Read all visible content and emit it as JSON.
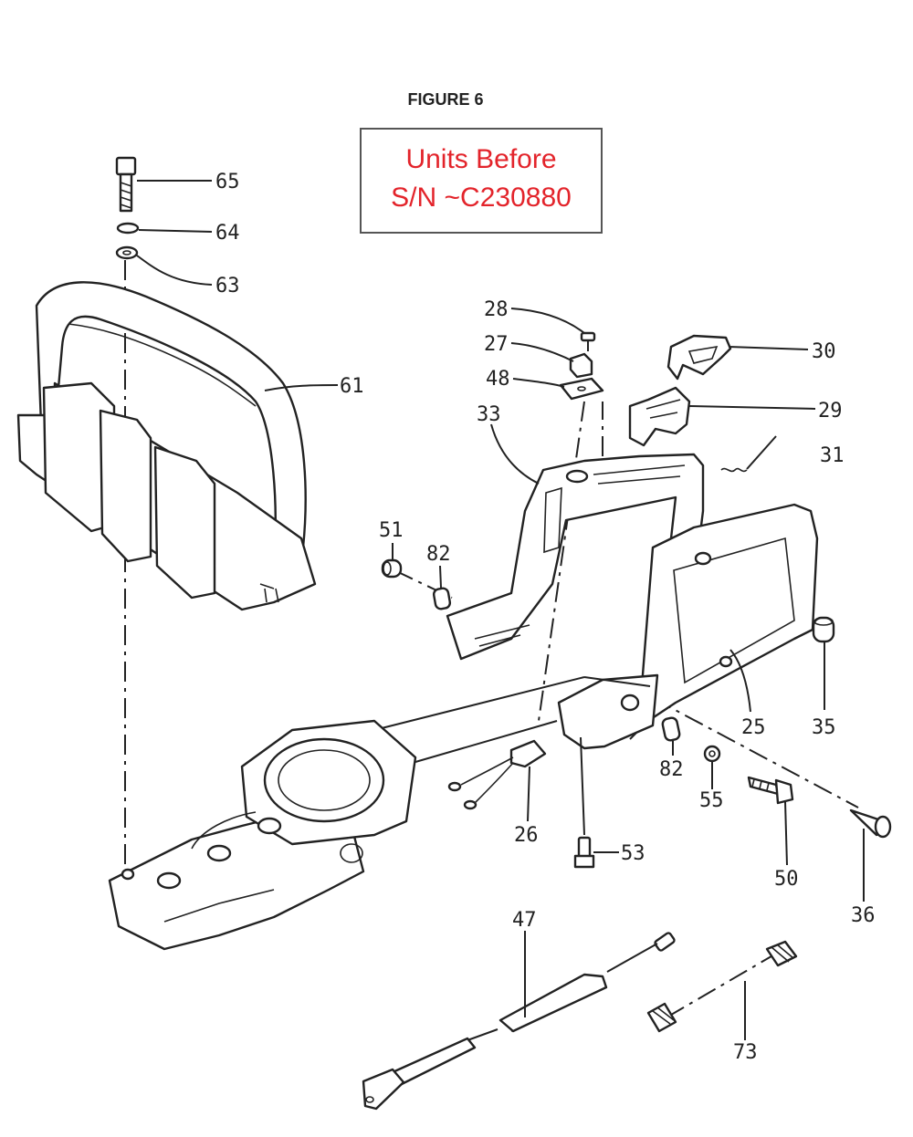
{
  "figure": {
    "title": "FIGURE 6"
  },
  "units_note": {
    "line1": "Units Before",
    "line2": "S/N ~C230880",
    "text_color": "#e3242b"
  },
  "part_labels": [
    "65",
    "64",
    "63",
    "61",
    "28",
    "27",
    "48",
    "30",
    "29",
    "33",
    "31",
    "51",
    "82",
    "35",
    "25",
    "82",
    "55",
    "50",
    "36",
    "26",
    "53",
    "47",
    "73"
  ]
}
